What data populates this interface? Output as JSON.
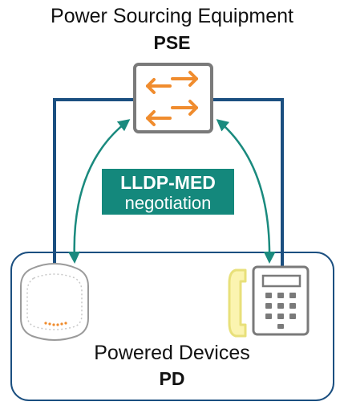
{
  "pse": {
    "title": "Power Sourcing Equipment",
    "label": "PSE"
  },
  "negotiation": {
    "line1": "LLDP-MED",
    "line2": "negotiation"
  },
  "pd": {
    "title": "Powered Devices",
    "label": "PD"
  },
  "colors": {
    "cable": "#1b4f80",
    "arrow": "#1a8a7e",
    "badge": "#14887c",
    "switch_arrows": "#f08c2e",
    "handset": "#e8e07a",
    "outline": "#7a7a7a"
  },
  "icons": [
    "switch-icon",
    "access-point-icon",
    "ip-phone-icon"
  ]
}
